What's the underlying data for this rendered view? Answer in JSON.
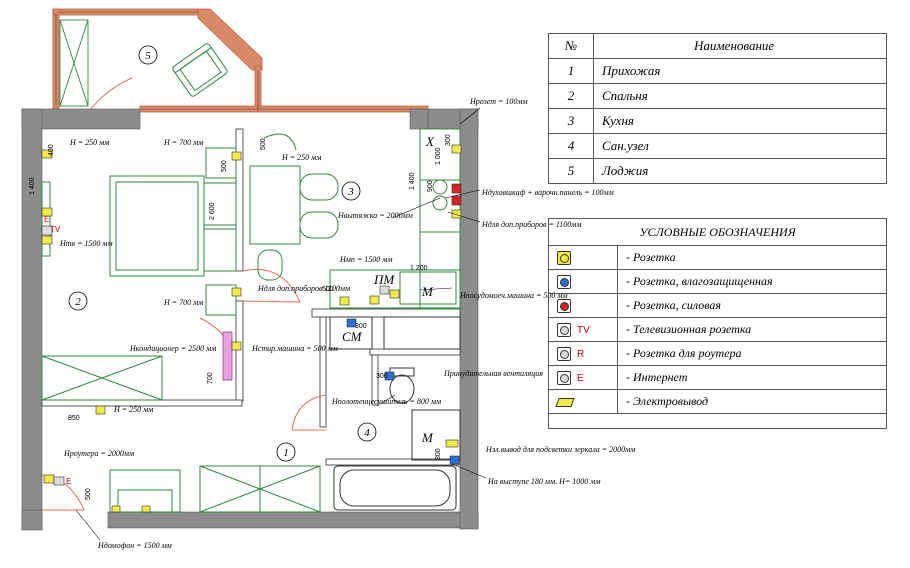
{
  "rooms_table": {
    "header": [
      "№",
      "Наименование"
    ],
    "rows": [
      {
        "num": "1",
        "name": "Прихожая"
      },
      {
        "num": "2",
        "name": "Спальня"
      },
      {
        "num": "3",
        "name": "Кухня"
      },
      {
        "num": "4",
        "name": "Сан.узел"
      },
      {
        "num": "5",
        "name": "Лоджия"
      }
    ]
  },
  "legend": {
    "title": "УСЛОВНЫЕ ОБОЗНАЧЕНИЯ",
    "items": [
      {
        "icon": "socket-icon",
        "tag": "",
        "label": "- Розетка"
      },
      {
        "icon": "waterproof-socket-icon",
        "tag": "",
        "label": "- Розетка, влагозащищенная"
      },
      {
        "icon": "power-socket-icon",
        "tag": "",
        "label": "- Розетка, силовая"
      },
      {
        "icon": "tv-socket-icon",
        "tag": "TV",
        "label": "- Телевизионная розетка"
      },
      {
        "icon": "router-socket-icon",
        "tag": "R",
        "label": "- Розетка для роутера"
      },
      {
        "icon": "internet-socket-icon",
        "tag": "E",
        "label": "- Интернет"
      },
      {
        "icon": "electrical-outlet-icon",
        "tag": "",
        "label": "- Электровывод"
      }
    ]
  },
  "plan": {
    "room_numbers": [
      "1",
      "2",
      "3",
      "4",
      "5"
    ],
    "fixture_labels": {
      "cm": "СМ",
      "pm": "ПМ",
      "m1": "М",
      "m2": "М",
      "x": "Х"
    },
    "notes": {
      "n1": "Hрозет = 100мм",
      "n2": "H = 250 мм",
      "n3": "H = 700 мм",
      "n4": "H = 250 мм",
      "n5": "Hдуховшкаф + варочн.панель = 100мм",
      "n6": "Hвытяжка = 2000мм",
      "n7": "Hдля доп.приборов = 1100мм",
      "n8": "Hмп = 1500 мм",
      "n9": "Hдля доп.приборов 1100мм",
      "n10": "Hпосудомоеч.машина = 500 мм",
      "n11": "H = 700 мм",
      "n12": "Hтв = 1500 мм",
      "n13": "Hкондиционер = 2500 мм",
      "n14": "Hстир.машина = 500 мм",
      "n15": "Принудительная вентиляция",
      "n16": "Hполотенцесушитель = 800 мм",
      "n17": "H = 250 мм",
      "n18": "Hроутера = 2000мм",
      "n19": "Hэл.вывод для подсветки зеркала = 2000мм",
      "n20": "На выступе 180 мм. H= 1000 мм",
      "n21": "Hдомофон = 1500 мм"
    },
    "dims": {
      "d1": "400",
      "d2": "500",
      "d3": "500",
      "d4": "300",
      "d5": "1 400",
      "d6": "2 600",
      "d7": "1 400",
      "d8": "900",
      "d9": "1 000",
      "d10": "1 200",
      "d11": "500",
      "d12": "300",
      "d13": "700",
      "d14": "300",
      "d15": "850",
      "d16": "500",
      "d17": "300"
    }
  }
}
